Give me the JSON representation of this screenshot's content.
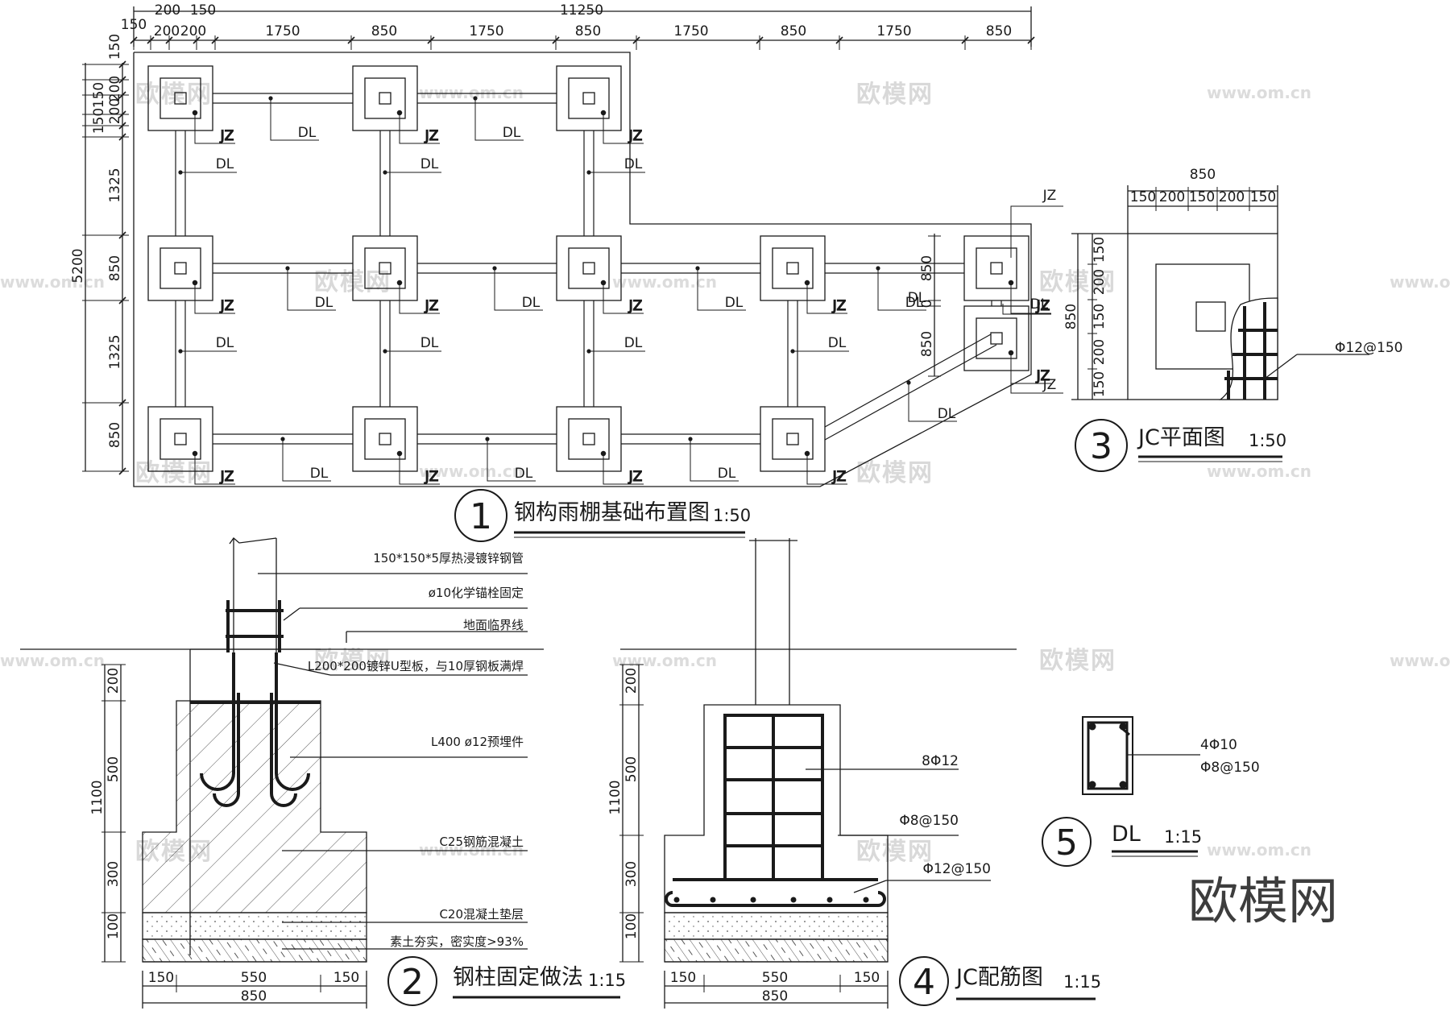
{
  "plan": {
    "title": "钢构雨棚基础布置图",
    "scale": "1:50",
    "number": "1",
    "total_width": "11250",
    "total_height": "5200",
    "top_dims": [
      "150",
      "200",
      "150",
      "200",
      "150",
      "1750",
      "850",
      "1750",
      "850",
      "1750",
      "850",
      "1750",
      "850"
    ],
    "left_dims": [
      "150",
      "150",
      "200",
      "150",
      "200",
      "1325",
      "850",
      "1325",
      "850"
    ],
    "right_dims": [
      "850",
      "850",
      "850"
    ],
    "gap_dim": "0",
    "jz_label": "JZ",
    "dl_label": "DL"
  },
  "detail2": {
    "title": "钢柱固定做法",
    "scale": "1:15",
    "number": "2",
    "notes": [
      "150*150*5厚热浸镀锌钢管",
      "ø10化学锚栓固定",
      "地面临界线",
      "L200*200镀锌U型板，与10厚钢板满焊",
      "L400 ø12预埋件",
      "C25钢筋混凝土",
      "C20混凝土垫层",
      "素土夯实，密实度>93%"
    ],
    "vert_dims": [
      "200",
      "500",
      "300",
      "100"
    ],
    "vert_total": "1100",
    "bottom_dims": [
      "150",
      "550",
      "150"
    ],
    "bottom_total": "850"
  },
  "detail3": {
    "title": "JC平面图",
    "scale": "1:50",
    "number": "3",
    "top_total": "850",
    "top_dims": [
      "150",
      "200",
      "150",
      "200",
      "150"
    ],
    "side_total": "850",
    "side_dims": [
      "150",
      "200",
      "150",
      "200",
      "150"
    ],
    "rebar": "Φ12@150"
  },
  "detail4": {
    "title": "JC配筋图",
    "scale": "1:15",
    "number": "4",
    "notes": [
      "8Φ12",
      "Φ8@150",
      "Φ12@150"
    ],
    "vert_dims": [
      "200",
      "500",
      "300",
      "100"
    ],
    "vert_total": "1100",
    "bottom_dims": [
      "150",
      "550",
      "150"
    ],
    "bottom_total": "850"
  },
  "detail5": {
    "title": "DL",
    "scale": "1:15",
    "number": "5",
    "notes": [
      "4Φ10",
      "Φ8@150"
    ]
  },
  "watermark": {
    "text": "欧模网",
    "url": "www.om.cn",
    "url_partial": "www.om.cn",
    "brand": "欧模网"
  },
  "colors": {
    "line": "#1a1a1a",
    "watermark": "#d9d9d9",
    "background": "#ffffff"
  }
}
